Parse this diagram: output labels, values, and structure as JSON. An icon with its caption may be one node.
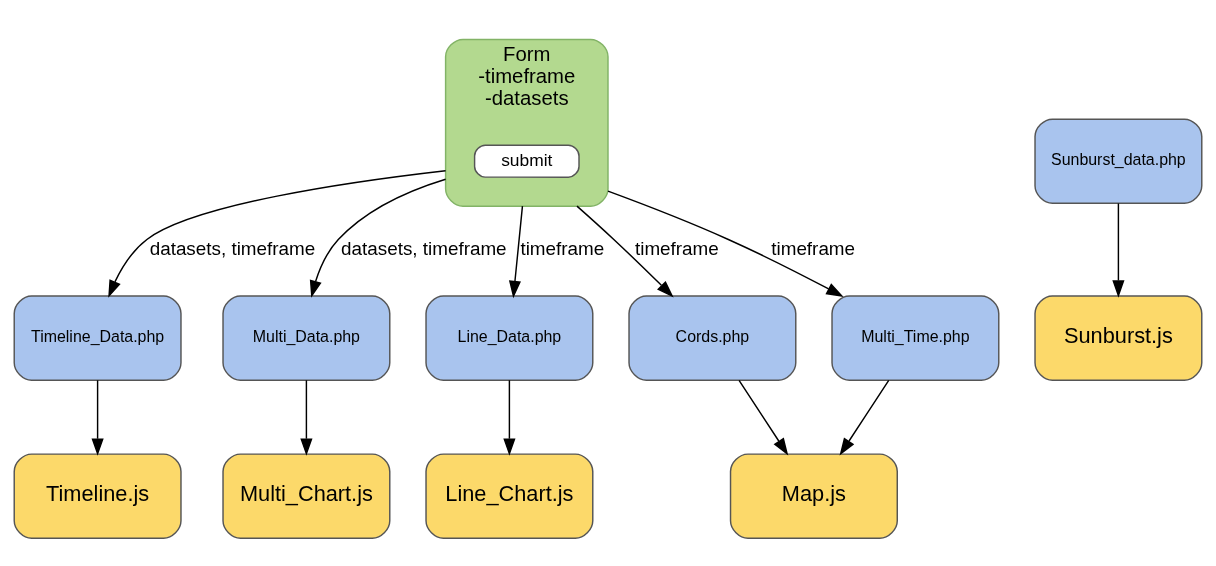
{
  "diagram": {
    "nodes": [
      {
        "text": [
          "Form",
          "-timeframe",
          "-datasets"
        ]
      },
      {
        "text": [
          "submit"
        ],
        "in": 0
      },
      {
        "text": [
          "Timeline_Data.php"
        ]
      },
      {
        "text": [
          "Multi_Data.php"
        ]
      },
      {
        "text": [
          "Line_Data.php"
        ]
      },
      {
        "text": [
          "Cords.php"
        ]
      },
      {
        "text": [
          "Multi_Time.php"
        ]
      },
      {
        "text": [
          "Sunburst_data.php"
        ]
      },
      {
        "text": [
          "Timeline.js"
        ]
      },
      {
        "text": [
          "Multi_Chart.js"
        ]
      },
      {
        "text": [
          "Line_Chart.js"
        ]
      },
      {
        "text": [
          "Map.js"
        ]
      },
      {
        "text": [
          "Sunburst.js"
        ]
      }
    ],
    "edges": [
      {
        "from": 0,
        "to": 2,
        "arrow": "to",
        "label": "datasets, timeframe"
      },
      {
        "from": 0,
        "to": 3,
        "arrow": "to",
        "label": "datasets, timeframe"
      },
      {
        "from": 0,
        "to": 4,
        "arrow": "to",
        "label": "timeframe"
      },
      {
        "from": 0,
        "to": 5,
        "arrow": "to",
        "label": "timeframe"
      },
      {
        "from": 0,
        "to": 6,
        "arrow": "to",
        "label": "timeframe"
      },
      {
        "from": 2,
        "to": 8,
        "arrow": "to"
      },
      {
        "from": 3,
        "to": 9,
        "arrow": "to"
      },
      {
        "from": 4,
        "to": 10,
        "arrow": "to"
      },
      {
        "from": 5,
        "to": 11,
        "arrow": "to"
      },
      {
        "from": 6,
        "to": 11,
        "arrow": "to"
      },
      {
        "from": 7,
        "to": 12,
        "arrow": "to"
      }
    ]
  }
}
